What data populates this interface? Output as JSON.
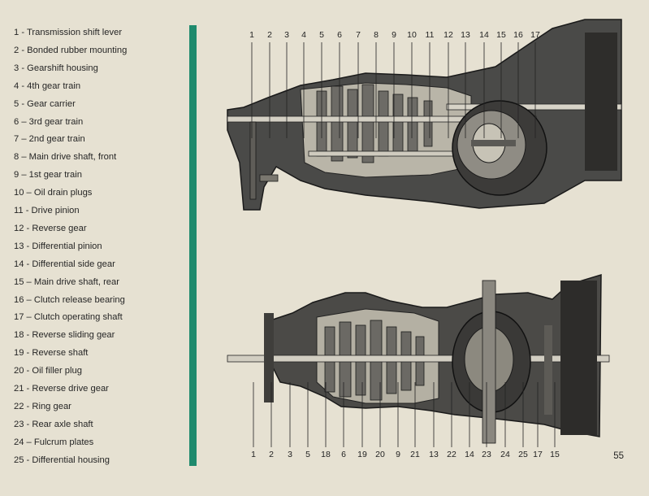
{
  "legend": [
    "1 - Transmission shift lever",
    "2 - Bonded rubber mounting",
    "3 - Gearshift housing",
    "4 - 4th gear train",
    "5 - Gear carrier",
    "6 – 3rd gear train",
    "7 – 2nd gear train",
    "8 – Main drive shaft, front",
    "9 – 1st gear train",
    "10 – Oil drain plugs",
    "11 - Drive pinion",
    "12 - Reverse gear",
    "13 - Differential pinion",
    "14 - Differential side gear",
    "15 – Main drive shaft, rear",
    "16 – Clutch release bearing",
    "17 – Clutch operating shaft",
    "18 - Reverse sliding gear",
    "19 - Reverse shaft",
    "20 - Oil filler plug",
    "21 - Reverse drive gear",
    "22 - Ring gear",
    "23 - Rear axle shaft",
    "24 – Fulcrum plates",
    "25 - Differential housing"
  ],
  "top_diagram_numbers": [
    "1",
    "2",
    "3",
    "4",
    "5",
    "6",
    "7",
    "8",
    "9",
    "10",
    "11",
    "12",
    "13",
    "14",
    "15",
    "16",
    "17"
  ],
  "bottom_diagram_numbers": [
    "1",
    "2",
    "3",
    "5",
    "18",
    "6",
    "19",
    "20",
    "9",
    "21",
    "13",
    "22",
    "14",
    "23",
    "24",
    "25",
    "17",
    "15"
  ],
  "page_number": "55",
  "colors": {
    "accent_bar": "#1f8a6d",
    "paper": "#e6e1d2"
  }
}
